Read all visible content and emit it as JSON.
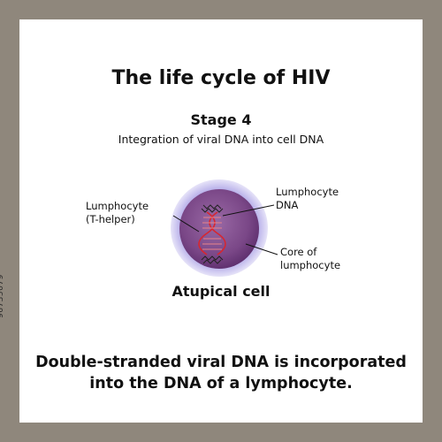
{
  "header": {
    "title": "The life cycle of HIV",
    "stage": "Stage 4",
    "subtitle": "Integration of viral DNA into cell DNA"
  },
  "diagram": {
    "labels": {
      "lymphocyte_line1": "Lumphocyte",
      "lymphocyte_line2": "(T-helper)",
      "dna_line1": "Lumphocyte",
      "dna_line2": "DNA",
      "core_line1": "Core of",
      "core_line2": "lumphocyte"
    },
    "caption": "Atupical cell",
    "colors": {
      "membrane": "#c9c3ee",
      "nucleus": "#7d4b8c",
      "dna_strand": "#d8262f",
      "dna_ends": "#222222"
    }
  },
  "footer": {
    "description_line1": "Double-stranded viral DNA is incorporated",
    "description_line2": "into the DNA of a lymphocyte."
  },
  "watermark": {
    "id": "96735079"
  }
}
